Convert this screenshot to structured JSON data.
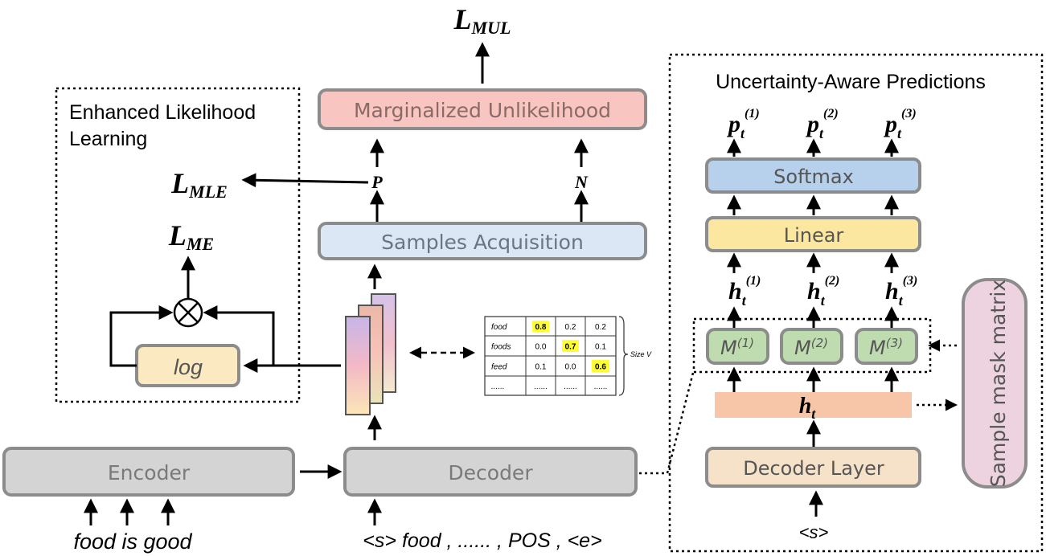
{
  "diagram": {
    "loss_mul": {
      "base": "L",
      "sub": "MUL"
    },
    "loss_mle": {
      "base": "L",
      "sub": "MLE"
    },
    "loss_me": {
      "base": "L",
      "sub": "ME"
    },
    "left_panel": {
      "title_line1": "Enhanced Likelihood",
      "title_line2": "Learning",
      "log_label": "log",
      "otimes": "⊗"
    },
    "center": {
      "marginalized": "Marginalized Unlikelihood",
      "samples": "Samples Acquisition",
      "p_label": "P",
      "n_label": "N",
      "encoder": "Encoder",
      "decoder": "Decoder",
      "encoder_input": "food is good",
      "decoder_input": "<s> food , ...... , POS , <e>"
    },
    "prob_table": {
      "rows": [
        {
          "word": "food",
          "values": [
            "0.8",
            "0.2",
            "0.2"
          ],
          "highlight": 0
        },
        {
          "word": "foods",
          "values": [
            "0.0",
            "0.7",
            "0.1"
          ],
          "highlight": 1
        },
        {
          "word": "feed",
          "values": [
            "0.1",
            "0.0",
            "0.6"
          ],
          "highlight": 2
        },
        {
          "word": "......",
          "values": [
            "......",
            "......",
            "......"
          ],
          "highlight": -1
        }
      ],
      "size_label": "Size V",
      "highlight_color": "#ffff33"
    },
    "right_panel": {
      "title": "Uncertainty-Aware Predictions",
      "softmax": "Softmax",
      "linear": "Linear",
      "decoder_layer": "Decoder Layer",
      "sample_mask": "Sample mask matrix",
      "input": "<s>",
      "ht": {
        "base": "h",
        "sub": "t"
      },
      "p_outputs": [
        {
          "base": "p",
          "sub": "t",
          "sup": "(1)"
        },
        {
          "base": "p",
          "sub": "t",
          "sup": "(2)"
        },
        {
          "base": "p",
          "sub": "t",
          "sup": "(3)"
        }
      ],
      "h_outputs": [
        {
          "base": "h",
          "sub": "t",
          "sup": "(1)"
        },
        {
          "base": "h",
          "sub": "t",
          "sup": "(2)"
        },
        {
          "base": "h",
          "sub": "t",
          "sup": "(3)"
        }
      ],
      "masks": [
        {
          "base": "M",
          "sup": "(1)"
        },
        {
          "base": "M",
          "sup": "(2)"
        },
        {
          "base": "M",
          "sup": "(3)"
        }
      ]
    },
    "colors": {
      "marginalized": "#f8c5c0",
      "samples": "#dbe7f4",
      "softmax": "#b7d0ec",
      "linear": "#fce7a0",
      "decoder_layer": "#f6e2c8",
      "ht_bar": "#f7c6a8",
      "mask": "#bfdcb0",
      "sample_mask": "#ecd3df",
      "log": "#fbe9c2",
      "encoder_decoder": "#d4d4d4",
      "border": "#8c8c8c"
    }
  }
}
